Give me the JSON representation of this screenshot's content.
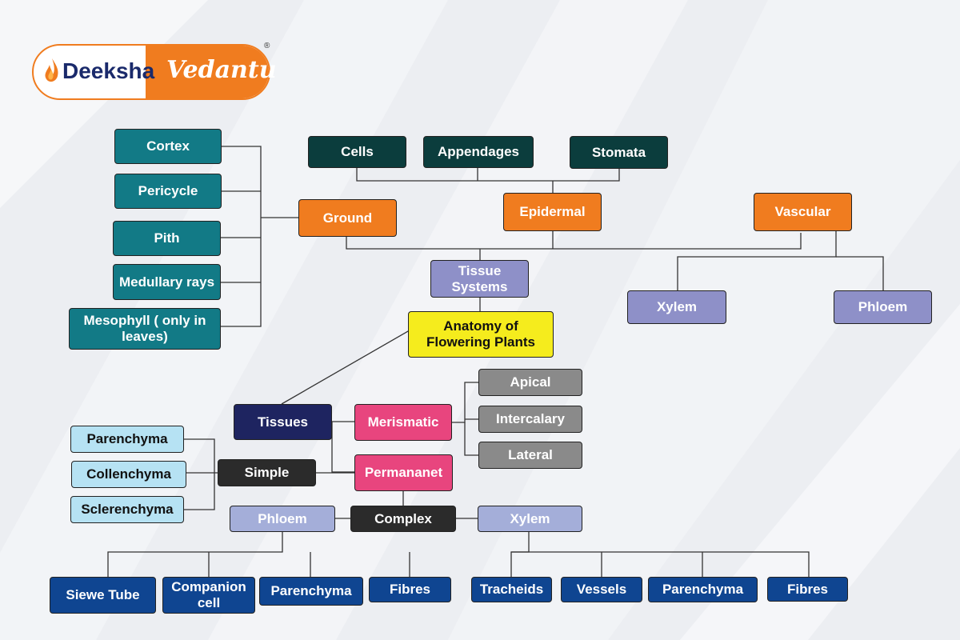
{
  "brand": {
    "left": "Deeksha",
    "right": "Vedantu",
    "reg": "®"
  },
  "colors": {
    "teal": "#127a86",
    "dark_teal": "#0b3d3d",
    "orange": "#f07c1f",
    "lavender": "#8e90c8",
    "yellow": "#f5ec1d",
    "navy": "#1e2460",
    "pink": "#e8457e",
    "gray": "#8a8a8a",
    "black": "#2b2b2b",
    "light_blue": "#b6e2f3",
    "blue": "#0f4591"
  },
  "nodes": {
    "root": "Anatomy of Flowering Plants",
    "tissue_systems": "Tissue Systems",
    "ground": "Ground",
    "epidermal": "Epidermal",
    "vascular": "Vascular",
    "cortex": "Cortex",
    "pericycle": "Pericycle",
    "pith": "Pith",
    "medullary_rays": "Medullary rays",
    "mesophyll": "Mesophyll ( only in leaves)",
    "cells": "Cells",
    "appendages": "Appendages",
    "stomata": "Stomata",
    "vascular_xylem": "Xylem",
    "vascular_phloem": "Phloem",
    "tissues": "Tissues",
    "merismatic": "Merismatic",
    "apical": "Apical",
    "intercalary": "Intercalary",
    "lateral": "Lateral",
    "permananet": "Permananet",
    "simple": "Simple",
    "parenchyma_s": "Parenchyma",
    "collenchyma": "Collenchyma",
    "sclerenchyma": "Sclerenchyma",
    "complex": "Complex",
    "phloem": "Phloem",
    "xylem": "Xylem",
    "siewe_tube": "Siewe Tube",
    "companion_cell": "Companion cell",
    "parenchyma_p": "Parenchyma",
    "fibres_p": "Fibres",
    "tracheids": "Tracheids",
    "vessels": "Vessels",
    "parenchyma_x": "Parenchyma",
    "fibres_x": "Fibres"
  }
}
